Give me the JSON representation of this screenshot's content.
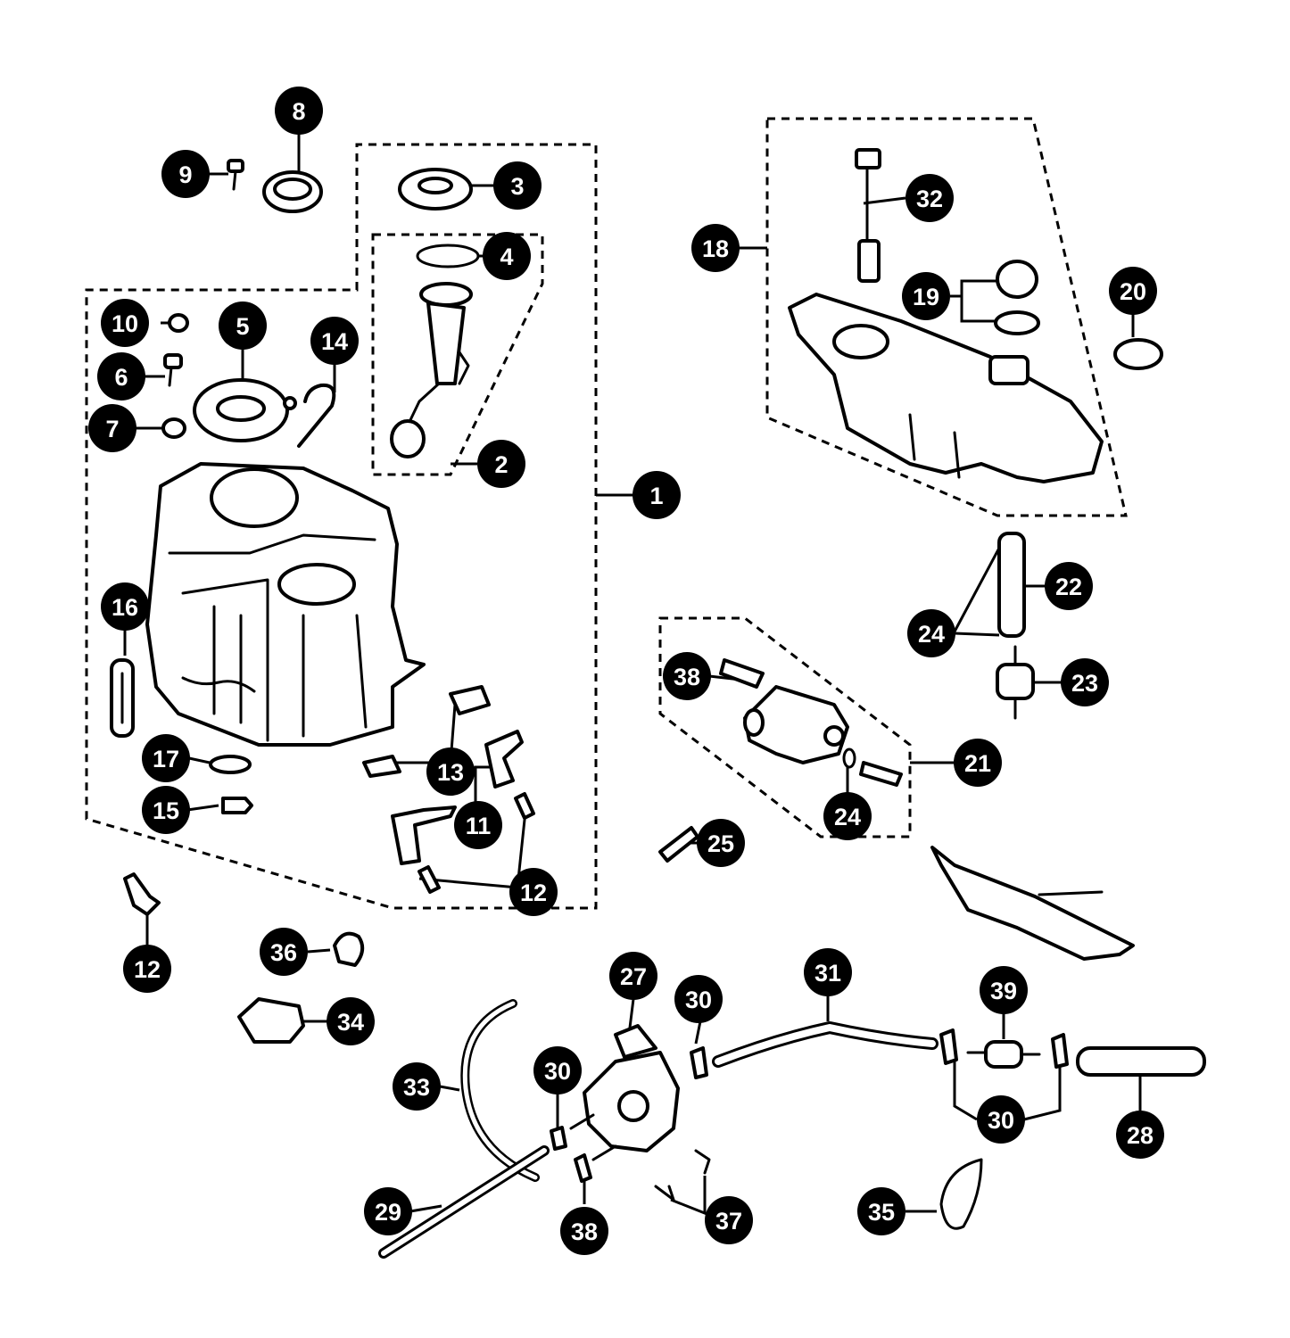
{
  "diagram": {
    "type": "exploded parts diagram",
    "colors": {
      "line": "#000000",
      "callout_fill": "#000000",
      "callout_text": "#ffffff",
      "background": "#ffffff"
    },
    "callouts": [
      {
        "id": "c1",
        "label": "1"
      },
      {
        "id": "c2",
        "label": "2"
      },
      {
        "id": "c3",
        "label": "3"
      },
      {
        "id": "c4",
        "label": "4"
      },
      {
        "id": "c5",
        "label": "5"
      },
      {
        "id": "c6",
        "label": "6"
      },
      {
        "id": "c7",
        "label": "7"
      },
      {
        "id": "c8",
        "label": "8"
      },
      {
        "id": "c9",
        "label": "9"
      },
      {
        "id": "c10",
        "label": "10"
      },
      {
        "id": "c11",
        "label": "11"
      },
      {
        "id": "c12a",
        "label": "12"
      },
      {
        "id": "c12b",
        "label": "12"
      },
      {
        "id": "c13",
        "label": "13"
      },
      {
        "id": "c14",
        "label": "14"
      },
      {
        "id": "c15",
        "label": "15"
      },
      {
        "id": "c16",
        "label": "16"
      },
      {
        "id": "c17",
        "label": "17"
      },
      {
        "id": "c18",
        "label": "18"
      },
      {
        "id": "c19",
        "label": "19"
      },
      {
        "id": "c20",
        "label": "20"
      },
      {
        "id": "c21",
        "label": "21"
      },
      {
        "id": "c22",
        "label": "22"
      },
      {
        "id": "c23",
        "label": "23"
      },
      {
        "id": "c24a",
        "label": "24"
      },
      {
        "id": "c24b",
        "label": "24"
      },
      {
        "id": "c25",
        "label": "25"
      },
      {
        "id": "c27",
        "label": "27"
      },
      {
        "id": "c28",
        "label": "28"
      },
      {
        "id": "c29",
        "label": "29"
      },
      {
        "id": "c30a",
        "label": "30"
      },
      {
        "id": "c30b",
        "label": "30"
      },
      {
        "id": "c30c",
        "label": "30"
      },
      {
        "id": "c31",
        "label": "31"
      },
      {
        "id": "c32",
        "label": "32"
      },
      {
        "id": "c33",
        "label": "33"
      },
      {
        "id": "c34",
        "label": "34"
      },
      {
        "id": "c35",
        "label": "35"
      },
      {
        "id": "c36",
        "label": "36"
      },
      {
        "id": "c37",
        "label": "37"
      },
      {
        "id": "c38a",
        "label": "38"
      },
      {
        "id": "c38b",
        "label": "38"
      },
      {
        "id": "c39",
        "label": "39"
      }
    ]
  }
}
